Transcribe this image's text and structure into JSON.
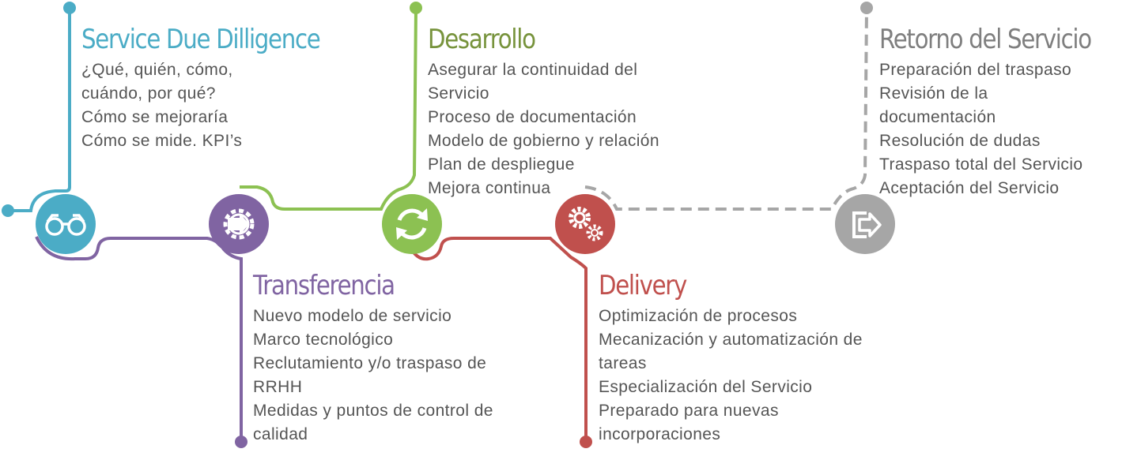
{
  "colors": {
    "service_due_dilligence": "#4bacc6",
    "transferencia": "#8064a2",
    "desarrollo": "#8cc152",
    "desarrollo_title": "#77933c",
    "delivery": "#c0504d",
    "retorno": "#a6a6a6",
    "retorno_title": "#7f7f7f",
    "body_text": "#555555"
  },
  "stages": {
    "sdd": {
      "title": "Service Due Dilligence",
      "icon": "binoculars-icon",
      "items": [
        "¿Qué, quién, cómo,",
        "cuándo, por qué?",
        "Cómo se mejoraría",
        "Cómo se mide. KPI’s"
      ]
    },
    "transferencia": {
      "title": "Transferencia",
      "icon": "gear-arrow-icon",
      "items": [
        "Nuevo modelo de servicio",
        "Marco tecnológico",
        "Reclutamiento y/o traspaso de",
        "RRHH",
        "Medidas y puntos de control de",
        "calidad"
      ]
    },
    "desarrollo": {
      "title": "Desarrollo",
      "icon": "refresh-arrows-icon",
      "items": [
        "Asegurar la continuidad del",
        "Servicio",
        "Proceso de documentación",
        "Modelo de gobierno y relación",
        "Plan de despliegue",
        "Mejora continua"
      ]
    },
    "delivery": {
      "title": "Delivery",
      "icon": "gears-icon",
      "items": [
        "Optimización de procesos",
        "Mecanización y automatización de",
        "tareas",
        "Especialización del Servicio",
        "Preparado para nuevas",
        "incorporaciones"
      ]
    },
    "retorno": {
      "title": "Retorno del Servicio",
      "icon": "exit-arrow-icon",
      "items": [
        "Preparación del traspaso",
        "Revisión de la",
        "documentación",
        "Resolución de dudas",
        "Traspaso total del Servicio",
        "Aceptación del Servicio"
      ]
    }
  }
}
